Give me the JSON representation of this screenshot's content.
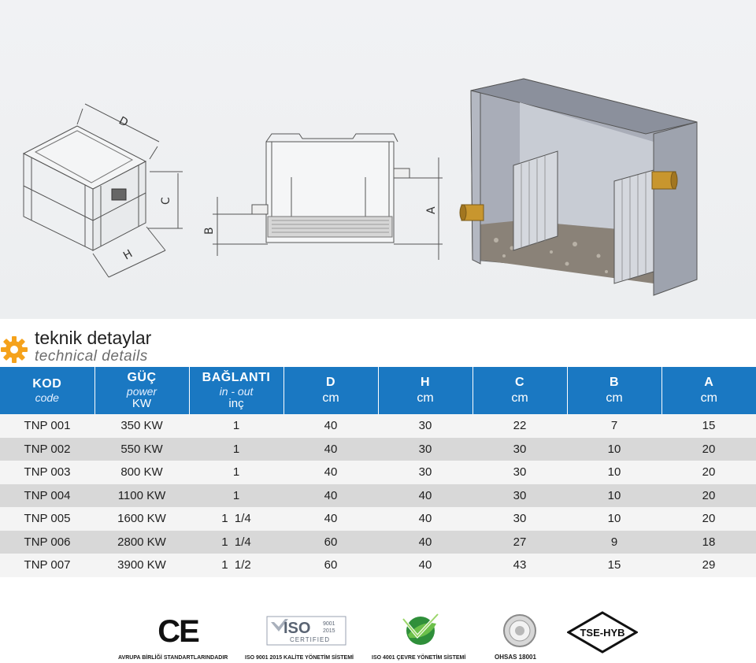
{
  "section": {
    "title_tr": "teknik detaylar",
    "title_en": "technical details"
  },
  "diagram": {
    "dim_labels": {
      "d": "D",
      "c": "C",
      "h": "H",
      "b": "B",
      "a": "A"
    }
  },
  "table": {
    "headers": [
      {
        "main": "KOD",
        "sub": "code",
        "unit": ""
      },
      {
        "main": "GÜÇ",
        "sub": "power",
        "unit": "KW"
      },
      {
        "main": "BAĞLANTI",
        "sub": "in - out",
        "unit": "inç"
      },
      {
        "main": "D",
        "sub": "",
        "unit": "cm"
      },
      {
        "main": "H",
        "sub": "",
        "unit": "cm"
      },
      {
        "main": "C",
        "sub": "",
        "unit": "cm"
      },
      {
        "main": "B",
        "sub": "",
        "unit": "cm"
      },
      {
        "main": "A",
        "sub": "",
        "unit": "cm"
      }
    ],
    "rows": [
      [
        "TNP 001",
        "350 KW",
        "1",
        "40",
        "30",
        "22",
        "7",
        "15"
      ],
      [
        "TNP 002",
        "550 KW",
        "1",
        "40",
        "30",
        "30",
        "10",
        "20"
      ],
      [
        "TNP 003",
        "800 KW",
        "1",
        "40",
        "30",
        "30",
        "10",
        "20"
      ],
      [
        "TNP 004",
        "1100 KW",
        "1",
        "40",
        "40",
        "30",
        "10",
        "20"
      ],
      [
        "TNP 005",
        "1600 KW",
        "1  1/4",
        "40",
        "40",
        "30",
        "10",
        "20"
      ],
      [
        "TNP 006",
        "2800 KW",
        "1  1/4",
        "60",
        "40",
        "27",
        "9",
        "18"
      ],
      [
        "TNP 007",
        "3900 KW",
        "1  1/2",
        "60",
        "40",
        "43",
        "15",
        "29"
      ]
    ]
  },
  "certifications": {
    "ce": {
      "mark": "CE",
      "label": "AVRUPA BİRLİĞİ STANDARTLARINDADIR"
    },
    "iso9001": {
      "mark": "ISO",
      "num": "9001",
      "year": "2015",
      "certified": "CERTIFIED",
      "label": "ISO 9001 2015 KALİTE YÖNETİM SİSTEMİ"
    },
    "iso14001": {
      "label": "ISO 4001 ÇEVRE YÖNETİM SİSTEMİ"
    },
    "ohsas": {
      "label": "OHSAS 18001"
    },
    "tse": {
      "mark": "TSE-HYB"
    }
  },
  "colors": {
    "header_blue": "#1a78c2",
    "row_light": "#f4f4f4",
    "row_dark": "#d8d8d8",
    "gear_orange": "#f5a21b"
  }
}
